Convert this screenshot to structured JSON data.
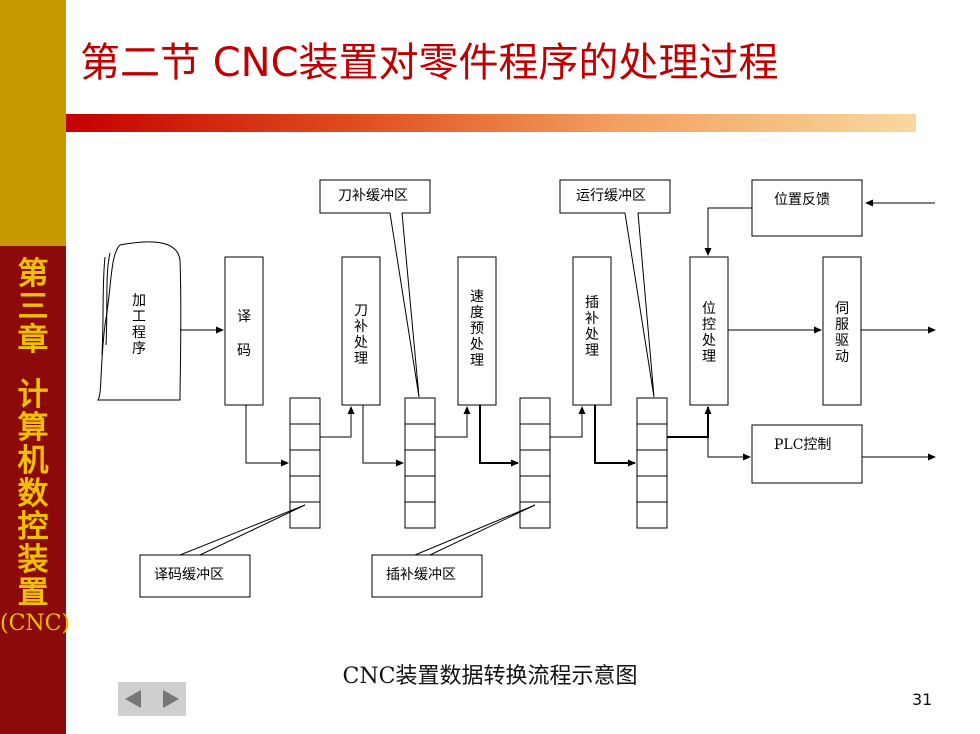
{
  "title": "第二节 CNC装置对零件程序的处理过程",
  "chapter_chars": [
    "第",
    "三",
    "章",
    "计",
    "算",
    "机",
    "数",
    "控",
    "装",
    "置"
  ],
  "chapter_suffix": "(CNC)",
  "caption": "CNC装置数据转换流程示意图",
  "page_number": "31",
  "colors": {
    "title": "#c00000",
    "sidebar": "#8c0a0a",
    "sidebar_top": "#c89a00",
    "chapter_text": "#f0c000"
  },
  "diagram": {
    "input": [
      "加",
      "工",
      "程",
      "序"
    ],
    "decode": [
      "译",
      "码"
    ],
    "tool_comp": [
      "刀",
      "补",
      "处",
      "理"
    ],
    "speed_pre": [
      "速",
      "度",
      "预",
      "处",
      "理"
    ],
    "interp": [
      "插",
      "补",
      "处",
      "理"
    ],
    "position": [
      "位",
      "控",
      "处",
      "理"
    ],
    "servo": [
      "伺",
      "服",
      "驱",
      "动"
    ],
    "feedback": "位置反馈",
    "plc": "PLC控制",
    "callouts": {
      "tool_buffer": "刀补缓冲区",
      "run_buffer": "运行缓冲区",
      "decode_buffer": "译码缓冲区",
      "interp_buffer": "插补缓冲区"
    }
  }
}
